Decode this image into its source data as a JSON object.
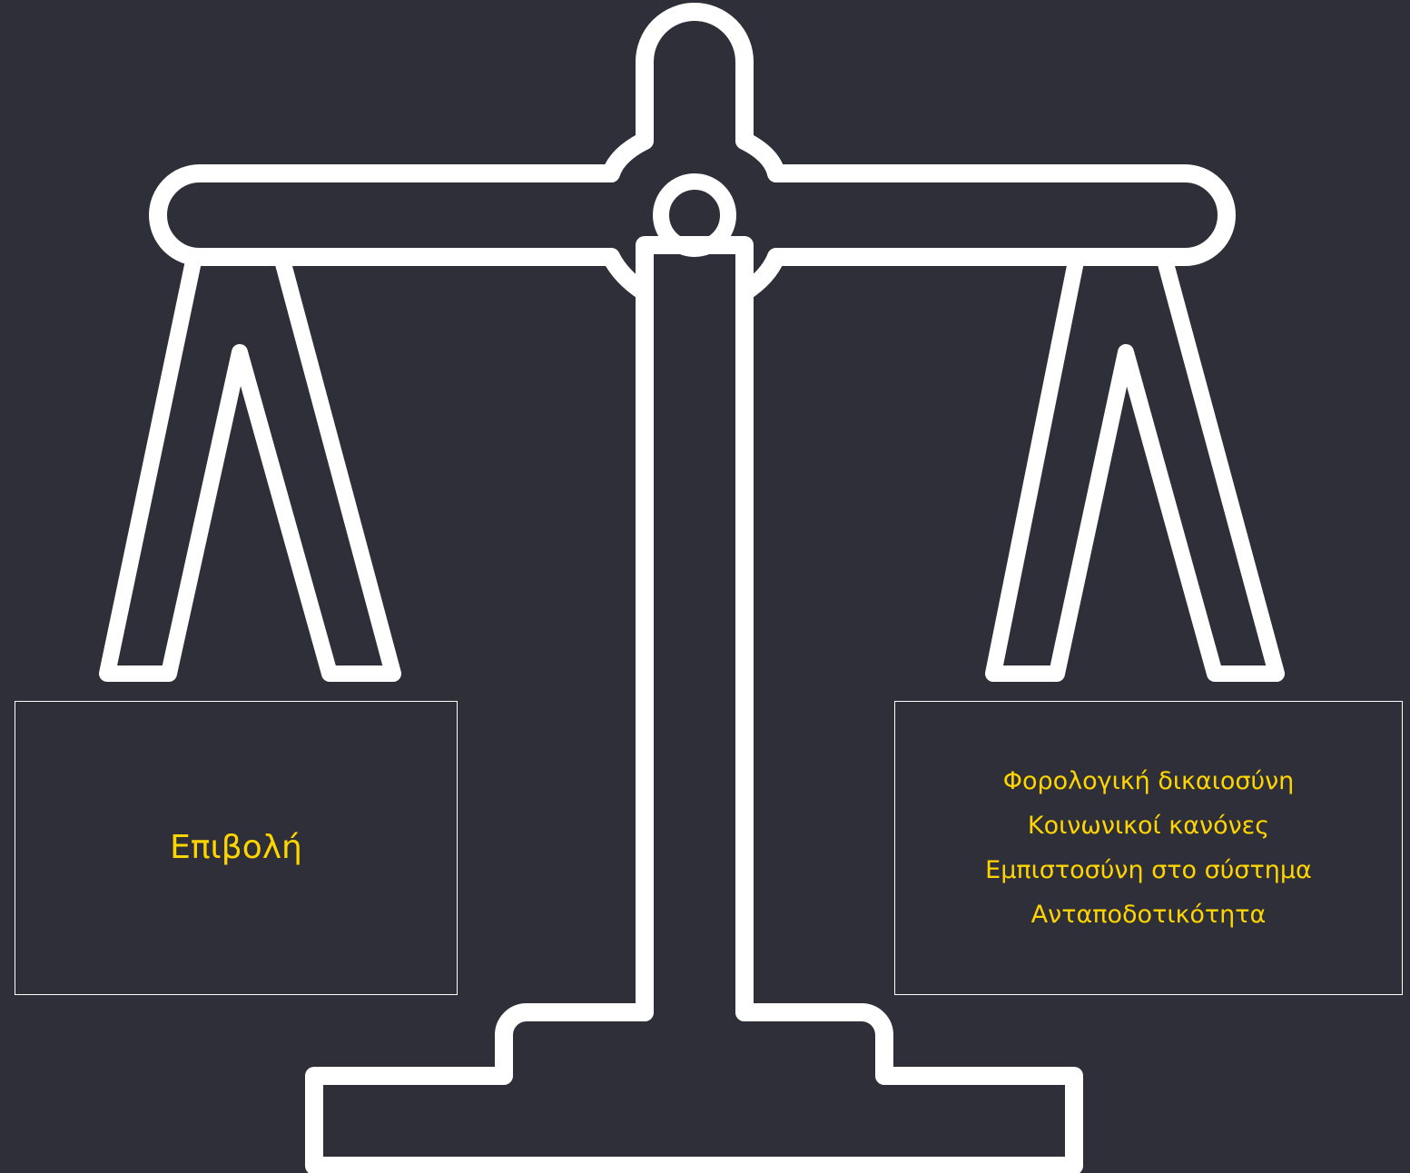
{
  "colors": {
    "background": "#2f2f39",
    "outline": "#ffffff",
    "text": "#ffd500"
  },
  "icon": "balance-scale-icon",
  "left_pan": {
    "label": "Επιβολή"
  },
  "right_pan": {
    "items": [
      "Φορολογική δικαιοσύνη",
      "Κοινωνικοί κανόνες",
      "Εμπιστοσύνη στο σύστημα",
      "Ανταποδοτικότητα"
    ]
  }
}
